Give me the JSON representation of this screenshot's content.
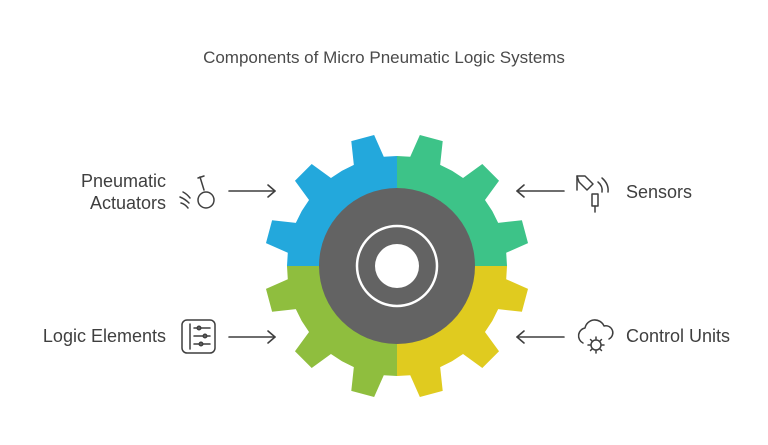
{
  "title": "Components of Micro Pneumatic Logic Systems",
  "labels": {
    "actuators_line1": "Pneumatic",
    "actuators_line2": "Actuators",
    "sensors": "Sensors",
    "logic": "Logic Elements",
    "control": "Control Units"
  },
  "icons": {
    "actuators": "pneumatic-actuator-icon",
    "sensors": "sensor-icon",
    "logic": "logic-board-icon",
    "control": "cloud-gear-icon"
  },
  "colors": {
    "blue": "#23a8dc",
    "green": "#3dc388",
    "olive": "#8fbe3e",
    "yellow": "#e0cb1f",
    "hub": "#636363",
    "hubring": "#ffffff",
    "arrow": "#3f3f3f"
  }
}
